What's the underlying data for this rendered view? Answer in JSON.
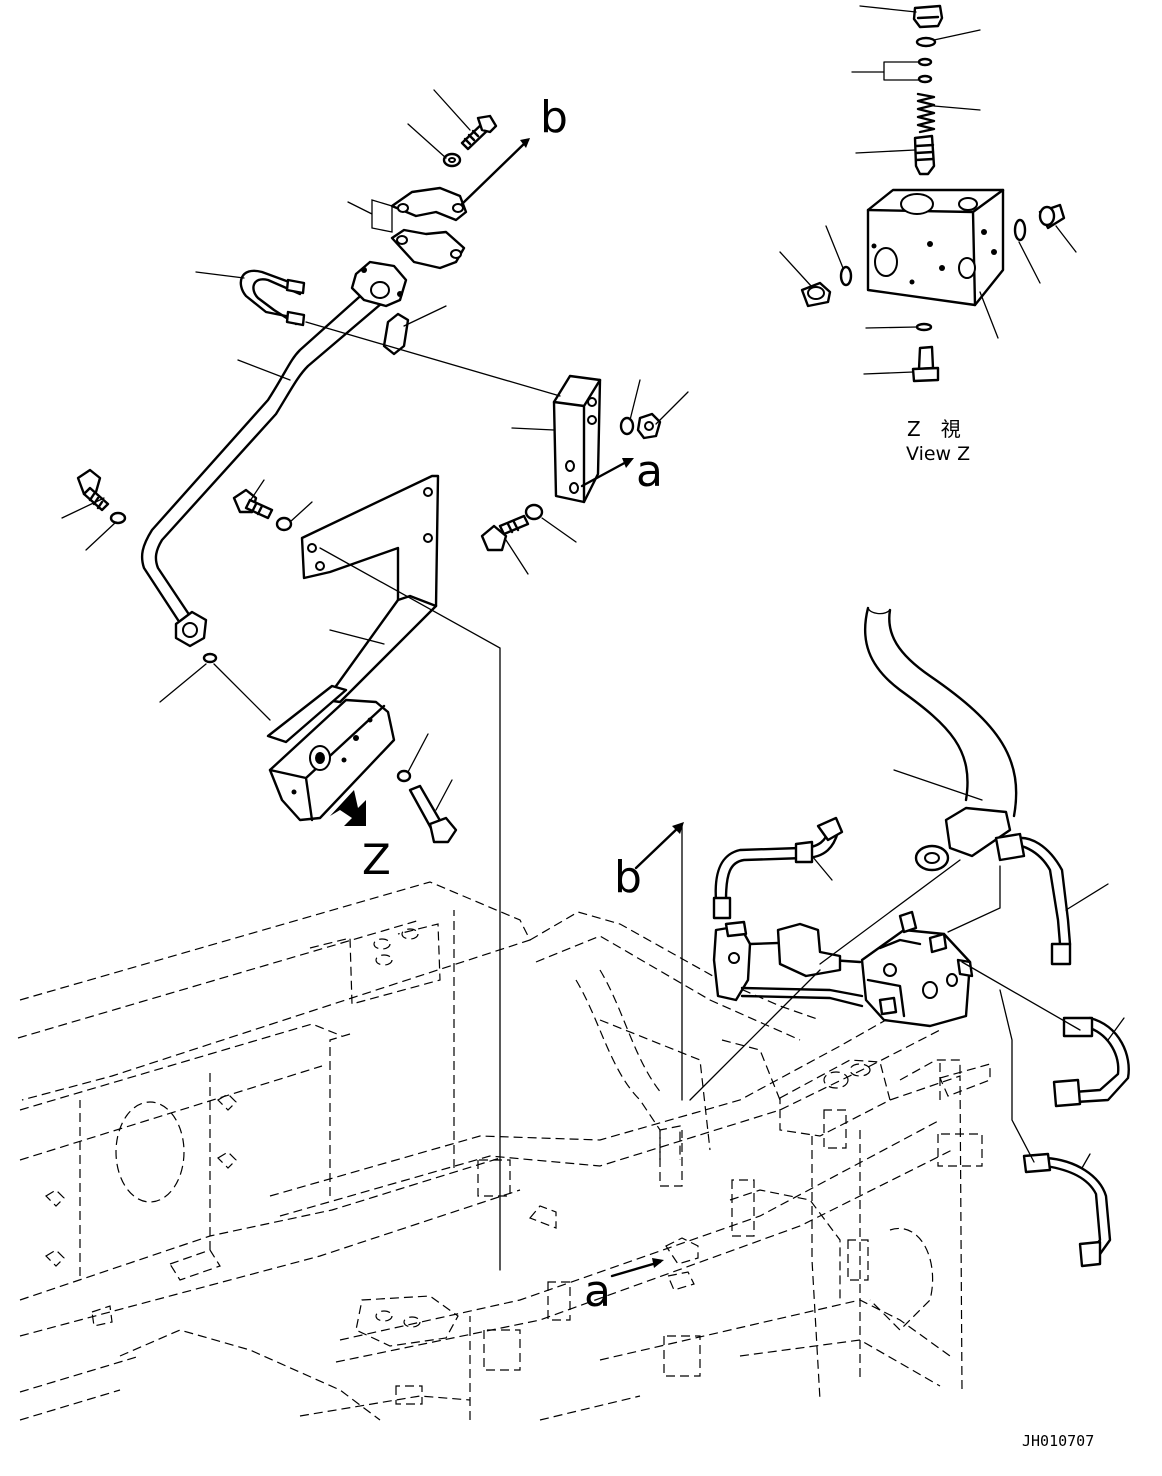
{
  "labels": {
    "ref_a_top": "a",
    "ref_b_top": "b",
    "ref_a_bottom": "a",
    "ref_b_bottom": "b",
    "view_marker": "Z",
    "view_title_jp": "Z　視",
    "view_title_en": "View Z",
    "drawing_code": "JH010707"
  }
}
